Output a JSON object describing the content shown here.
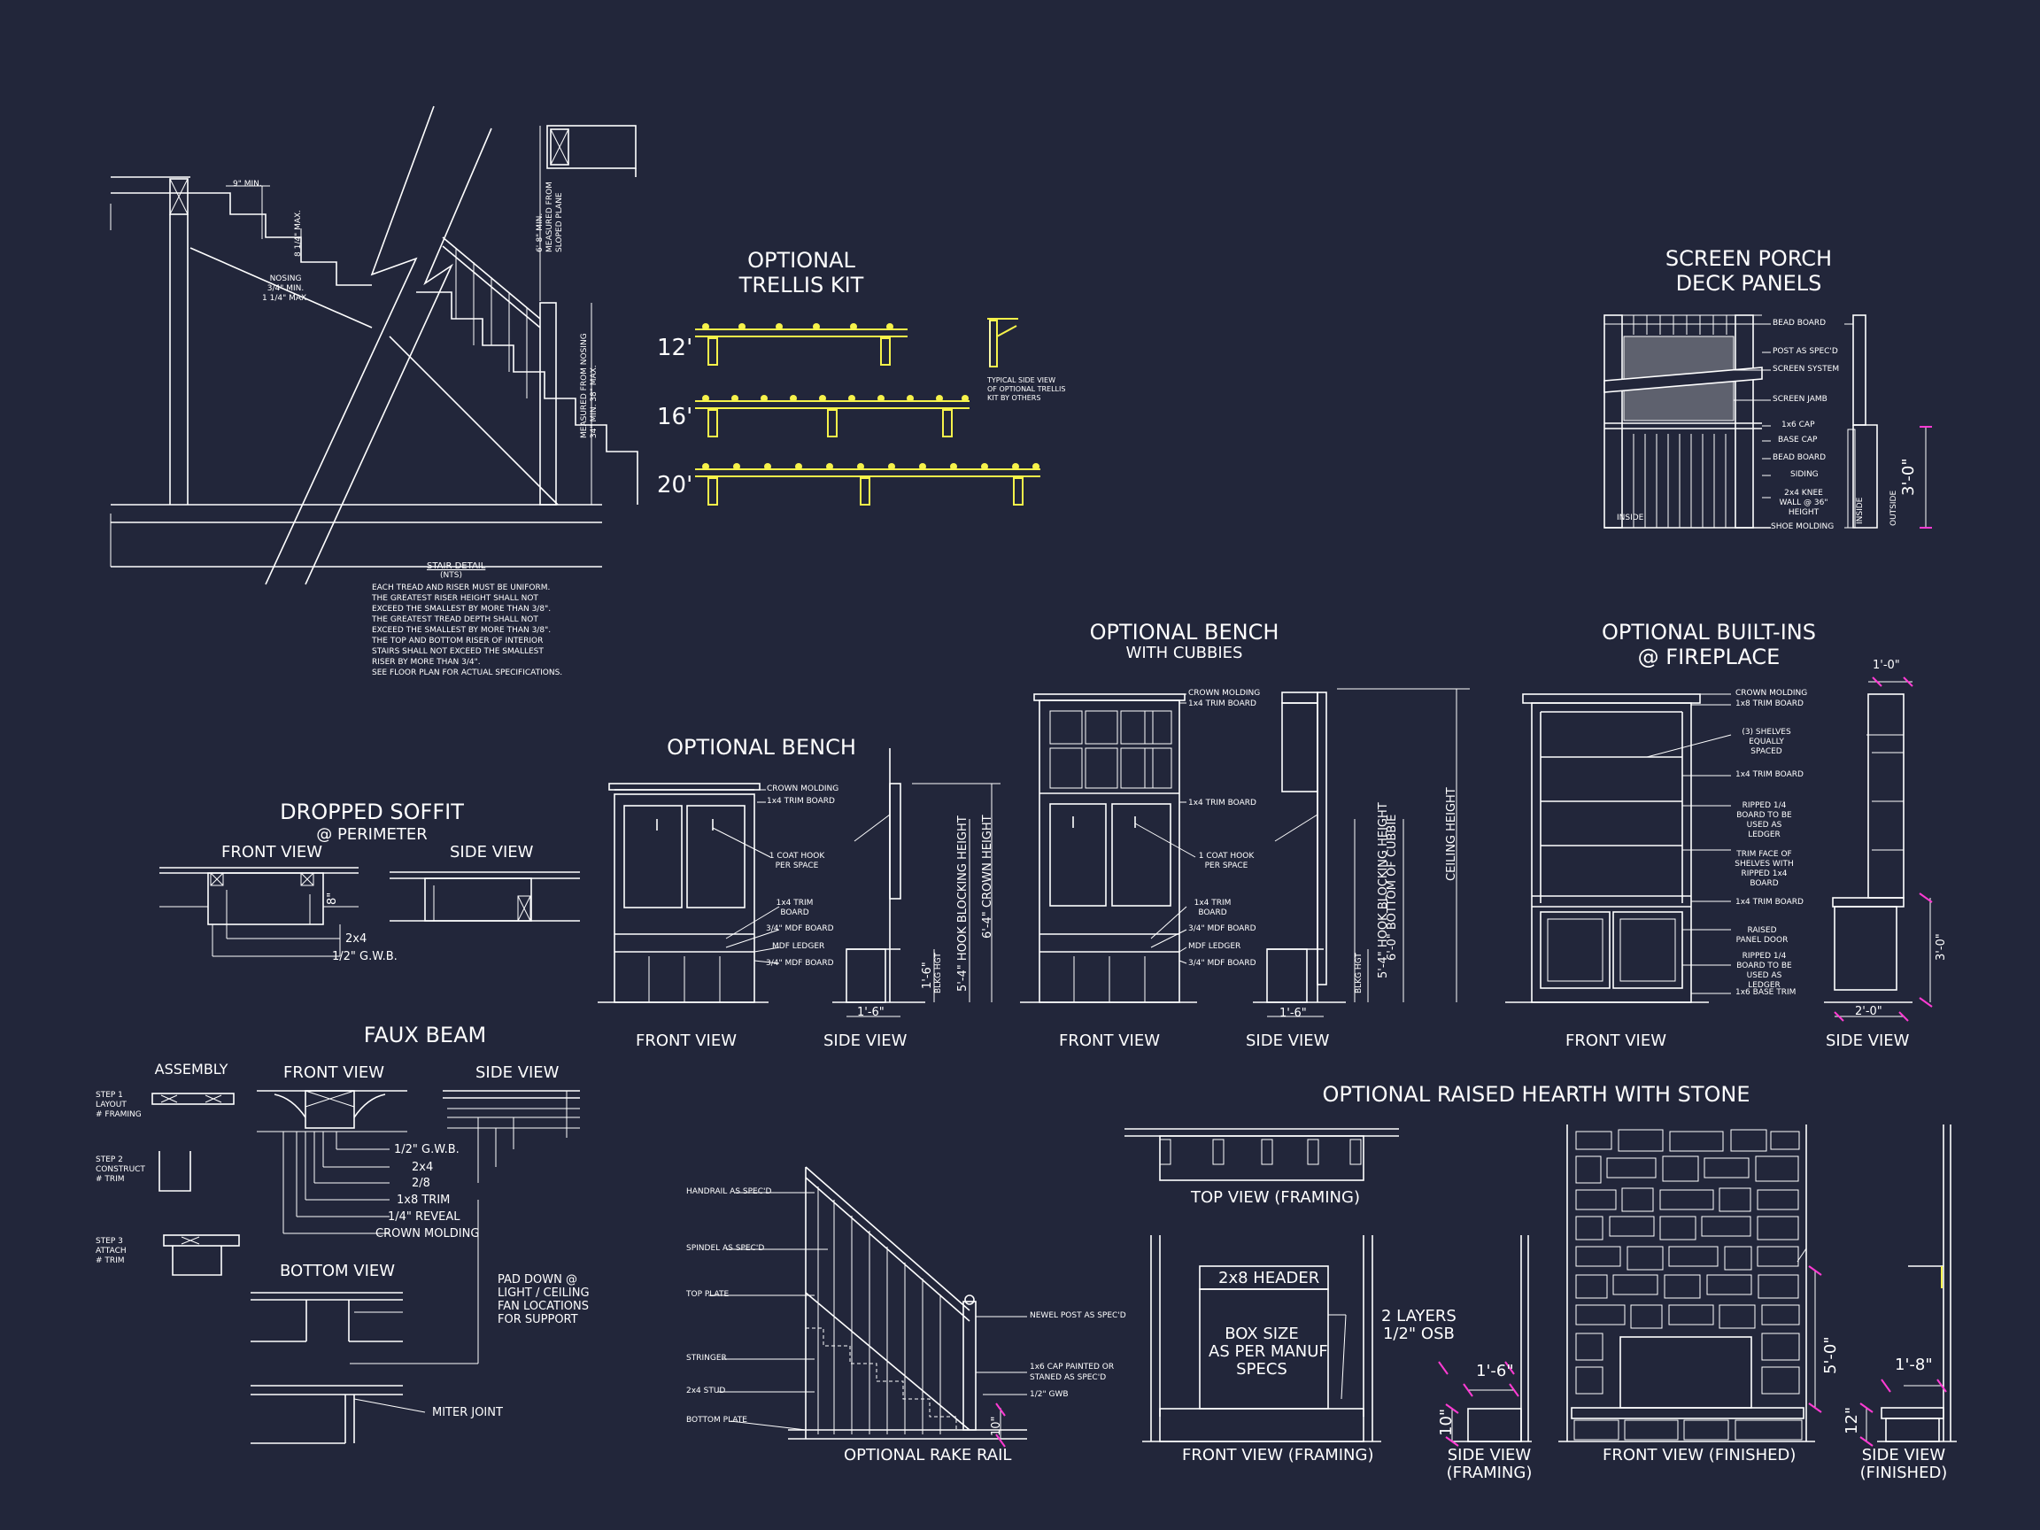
{
  "stair_detail": {
    "title": "STAIR DETAIL",
    "subtitle": "(NTS)",
    "notes": [
      "EACH TREAD AND RISER MUST BE UNIFORM.",
      "THE GREATEST RISER HEIGHT SHALL NOT",
      "EXCEED THE SMALLEST BY MORE THAN  3/8\".",
      "THE GREATEST TREAD DEPTH SHALL NOT",
      "EXCEED THE SMALLEST BY MORE THAN  3/8\".",
      "THE TOP AND BOTTOM RISER OF INTERIOR",
      "STAIRS SHALL NOT EXCEED THE SMALLEST",
      "RISER BY MORE THAN 3/4\".",
      "SEE FLOOR PLAN FOR ACTUAL SPECIFICATIONS."
    ],
    "dim_min": "9\" MIN.",
    "dim_riser": "8 1/4\" MAX.",
    "nosing": [
      "NOSING",
      "3/4\" MIN.",
      "1 1/4\" MAX."
    ],
    "headroom": [
      "6'-8\" MIN.",
      "MEASURED FROM",
      "SLOPED PLANE"
    ],
    "rail_height": [
      "MEASURED FROM NOSING",
      "34\" MIN. 38\" MAX."
    ]
  },
  "trellis": {
    "title_line1": "OPTIONAL",
    "title_line2": "TRELLIS KIT",
    "sizes": [
      "12'",
      "16'",
      "20'"
    ],
    "side_note": [
      "TYPICAL SIDE VIEW",
      "OF OPTIONAL TRELLIS",
      "KIT BY OTHERS"
    ]
  },
  "screen_porch": {
    "title_line1": "SCREEN PORCH",
    "title_line2": "DECK PANELS",
    "callouts": [
      "BEAD BOARD",
      "POST AS SPEC'D",
      "SCREEN SYSTEM",
      "SCREEN JAMB",
      "1x6 CAP",
      "BASE CAP",
      "BEAD BOARD",
      "SIDING",
      "2x4 KNEE WALL @ 36\" HEIGHT",
      "SHOE MOLDING"
    ],
    "inside": "INSIDE",
    "outside": "OUTSIDE",
    "height": "3'-0\""
  },
  "bench_cubbies": {
    "title": "OPTIONAL BENCH",
    "subtitle": "WITH CUBBIES",
    "callouts": [
      "CROWN MOLDING",
      "1x4 TRIM BOARD",
      "1x4 TRIM BOARD",
      "1 COAT HOOK PER SPACE",
      "1x4 TRIM BOARD",
      "3/4\" MDF BOARD",
      "MDF LEDGER",
      "3/4\" MDF BOARD"
    ],
    "dims": [
      "6'-0\" BOTTOM OF CUBBIE",
      "5'-4\" HOOK BLOCKING HEIGHT",
      "BLKG HGT",
      "1'-6\"",
      "CEILING HEIGHT"
    ],
    "views": [
      "FRONT VIEW",
      "SIDE VIEW"
    ]
  },
  "built_ins": {
    "title_line1": "OPTIONAL BUILT-INS",
    "title_line2": "@ FIREPLACE",
    "callouts": [
      "CROWN MOLDING",
      "1x8 TRIM BOARD",
      "(3) SHELVES EQUALLY SPACED",
      "1x4 TRIM BOARD",
      "RIPPED 1/4 BOARD TO BE USED AS LEDGER",
      "TRIM FACE OF SHELVES WITH RIPPED 1x4 BOARD",
      "1x4 TRIM BOARD",
      "RAISED PANEL DOOR",
      "RIPPED 1/4 BOARD TO BE USED AS LEDGER",
      "1x6 BASE TRIM"
    ],
    "dims": [
      "1'-0\"",
      "3'-0\"",
      "2'-0\""
    ],
    "views": [
      "FRONT VIEW",
      "SIDE VIEW"
    ]
  },
  "bench": {
    "title": "OPTIONAL BENCH",
    "callouts": [
      "CROWN MOLDING",
      "1x4 TRIM BOARD",
      "1 COAT HOOK PER SPACE",
      "1x4 TRIM BOARD",
      "3/4\" MDF BOARD",
      "MDF LEDGER",
      "3/4\" MDF BOARD"
    ],
    "dims": [
      "6'-4\" CROWN HEIGHT",
      "5'-4\" HOOK BLOCKING HEIGHT",
      "1'-6\"",
      "BLKG HGT",
      "1'-6\""
    ],
    "views": [
      "FRONT VIEW",
      "SIDE VIEW"
    ]
  },
  "soffit": {
    "title": "DROPPED SOFFIT",
    "subtitle": "@ PERIMETER",
    "views": [
      "FRONT VIEW",
      "SIDE VIEW"
    ],
    "callouts": [
      "2x4",
      "1/2\" G.W.B."
    ],
    "dim": "8\""
  },
  "faux_beam": {
    "title": "FAUX BEAM",
    "assembly": "ASSEMBLY",
    "steps": [
      [
        "STEP 1",
        "LAYOUT",
        "# FRAMING"
      ],
      [
        "STEP 2",
        "CONSTRUCT",
        "# TRIM"
      ],
      [
        "STEP 3",
        "ATTACH",
        "# TRIM"
      ]
    ],
    "views": [
      "FRONT VIEW",
      "SIDE VIEW",
      "BOTTOM VIEW"
    ],
    "callouts": [
      "1/2\" G.W.B.",
      "2x4",
      "2/8",
      "1x8 TRIM",
      "1/4\" REVEAL",
      "CROWN MOLDING"
    ],
    "pad_note": [
      "PAD DOWN @",
      "LIGHT / CEILING",
      "FAN LOCATIONS",
      "FOR SUPPORT"
    ],
    "miter": "MITER JOINT"
  },
  "rake_rail": {
    "title": "OPTIONAL RAKE RAIL",
    "left_callouts": [
      "HANDRAIL AS SPEC'D",
      "SPINDEL AS SPEC'D",
      "TOP PLATE",
      "STRINGER",
      "2x4 STUD",
      "BOTTOM PLATE"
    ],
    "right_callouts": [
      "NEWEL POST AS SPEC'D",
      "1x6 CAP PAINTED OR",
      "STANED AS SPEC'D",
      "1/2\" GWB"
    ],
    "dim": "10\""
  },
  "hearth": {
    "title": "OPTIONAL RAISED HEARTH WITH STONE",
    "top_view": "TOP VIEW (FRAMING)",
    "front_framing": "FRONT VIEW (FRAMING)",
    "side_framing_1": "SIDE VIEW",
    "side_framing_2": "(FRAMING)",
    "front_finished": "FRONT VIEW (FINISHED)",
    "side_finished_1": "SIDE VIEW",
    "side_finished_2": "(FINISHED)",
    "header": "2x8 HEADER",
    "box": [
      "BOX SIZE",
      "AS PER MANUF",
      "SPECS"
    ],
    "osb": [
      "2 LAYERS",
      "1/2\" OSB"
    ],
    "dims": [
      "1'-6\"",
      "10\"",
      "5'-0\"",
      "1'-8\"",
      "12\""
    ]
  },
  "colors": {
    "background": "#22263a",
    "lines": "#ffffff",
    "trellis": "#f6f24a",
    "dimension_ticks": "#ff3bd3"
  }
}
